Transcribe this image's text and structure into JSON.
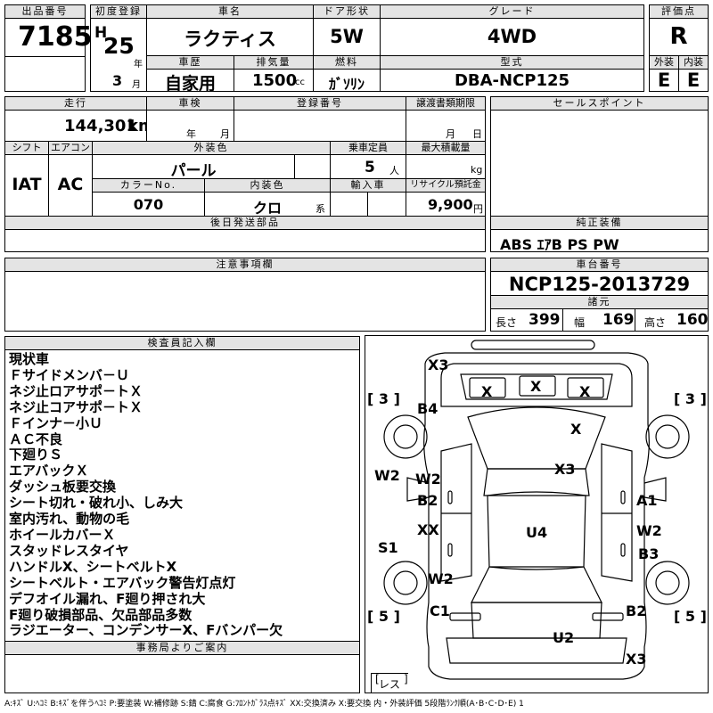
{
  "header": {
    "lot_no_label": "出品番号",
    "lot_no": "7185",
    "first_reg_label": "初度登録",
    "era": "H",
    "year": "25",
    "year_unit": "年",
    "month": "3",
    "month_unit": "月",
    "car_name_label": "車名",
    "car_name": "ラクティス",
    "door_label": "ドア形状",
    "door": "5W",
    "grade_label": "グレード",
    "grade": "4WD",
    "score_label": "評価点",
    "score": "R",
    "history_label": "車歴",
    "history": "自家用",
    "displacement_label": "排気量",
    "displacement": "1500",
    "displacement_unit": "cc",
    "fuel_label": "燃料",
    "fuel": "ｶﾞｿﾘﾝ",
    "model_label": "型式",
    "model": "DBA-NCP125",
    "exterior_label": "外装",
    "exterior": "E",
    "interior_label": "内装",
    "interior": "E"
  },
  "row2": {
    "mileage_label": "走行",
    "mileage": "144,301",
    "mileage_unit": "km",
    "inspection_label": "車検",
    "inspection_year_unit": "年",
    "inspection_month_unit": "月",
    "reg_no_label": "登録番号",
    "transfer_label": "譲渡書類期限",
    "transfer_month_unit": "月",
    "transfer_day_unit": "日",
    "sales_point_label": "セールスポイント",
    "shift_label": "シフト",
    "shift": "IAT",
    "ac_label": "エアコン",
    "ac": "AC",
    "ext_color_label": "外装色",
    "ext_color": "パール",
    "capacity_label": "乗車定員",
    "capacity": "5",
    "capacity_unit": "人",
    "max_load_label": "最大積載量",
    "max_load_unit": "kg",
    "color_no_label": "カラーNo.",
    "color_no": "070",
    "int_color_label": "内装色",
    "int_color": "クロ",
    "int_color_unit": "系",
    "import_label": "輸入車",
    "recycle_label": "リサイクル預託金",
    "recycle": "9,900",
    "recycle_unit": "円"
  },
  "later_parts_label": "後日発送部品",
  "genuine_label": "純正装備",
  "genuine": "ABS ｴｱB PS PW",
  "notes_label": "注意事項欄",
  "chassis_label": "車台番号",
  "chassis": "NCP125-2013729",
  "dims_label": "諸元",
  "length_label": "長さ",
  "length": "399",
  "width_label": "幅",
  "width": "169",
  "height_label": "高さ",
  "height": "160",
  "inspector_label": "検査員記入欄",
  "inspector_lines": [
    "現状車",
    "Ｆサイドメンバ－Ｕ",
    "ネジ止ロアサポ－トＸ",
    "ネジ止コアサポ－トＸ",
    "Ｆインナ－小Ｕ",
    "ＡＣ不良",
    "下廻りＳ",
    "エアバックＸ",
    "ダッシュ板要交換",
    "シート切れ・破れ小、しみ大",
    "室内汚れ、動物の毛",
    "ホイールカバーＸ",
    "スタッドレスタイヤ",
    "ハンドルX、シートベルトX",
    "シートベルト・エアバック警告灯点灯",
    "デフオイル漏れ、F廻り押され大",
    "F廻り破損部品、欠品部品多数",
    "ラジエーター、コンデンサーX、Fバンパー欠"
  ],
  "office_label": "事務局よりご案内",
  "legend": "A:ｷｽﾞ U:ﾍｺﾐ B:ｷｽﾞを伴うﾍｺﾐ P:要塗装 W:補修跡 S:錆 C:腐食 G:ﾌﾛﾝﾄｶﾞﾗｽ点ｷｽﾞ XX:交換済み X:要交換 内・外装評価 5段階ﾗﾝｸ順(A･B･C･D･E) 1",
  "diagram": {
    "tire_fl": "3",
    "tire_fr": "3",
    "tire_rl": "5",
    "tire_rr": "5",
    "spare": "レス",
    "marks": [
      "X3",
      "X",
      "X",
      "X",
      "B4",
      "X",
      "X3",
      "W2",
      "W2",
      "B2",
      "A1",
      "XX",
      "U4",
      "W2",
      "S1",
      "B3",
      "W2",
      "C1",
      "B2",
      "U2",
      "X3"
    ]
  },
  "colors": {
    "header_bg": "#e4e4e4",
    "line": "#000000"
  }
}
